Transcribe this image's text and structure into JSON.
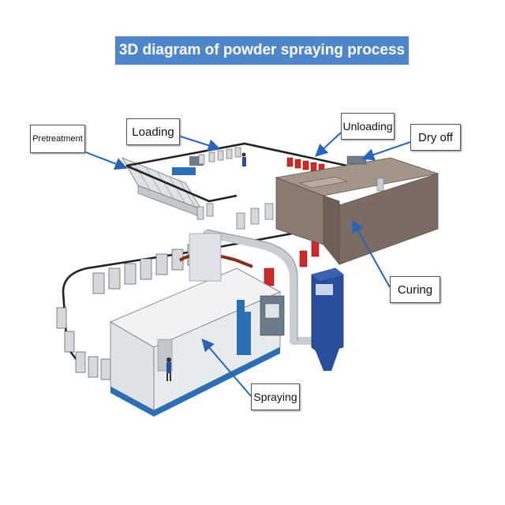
{
  "title": "3D diagram of powder spraying process",
  "labels": {
    "pretreatment": "Pretreatment",
    "loading": "Loading",
    "unloading": "Unloading",
    "dry_off": "Dry off",
    "curing": "Curing",
    "spraying": "Spraying"
  },
  "colors": {
    "title_background": "#4e86c9",
    "arrow": "#2a64b4",
    "oven": "#8a7b70",
    "booth": "#e8ebee",
    "duct": "#c9ced3",
    "collector": "#2a4f9a",
    "hanging_part_red": "#cc2a2a",
    "hanging_part_grey": "#d6d9dc"
  }
}
